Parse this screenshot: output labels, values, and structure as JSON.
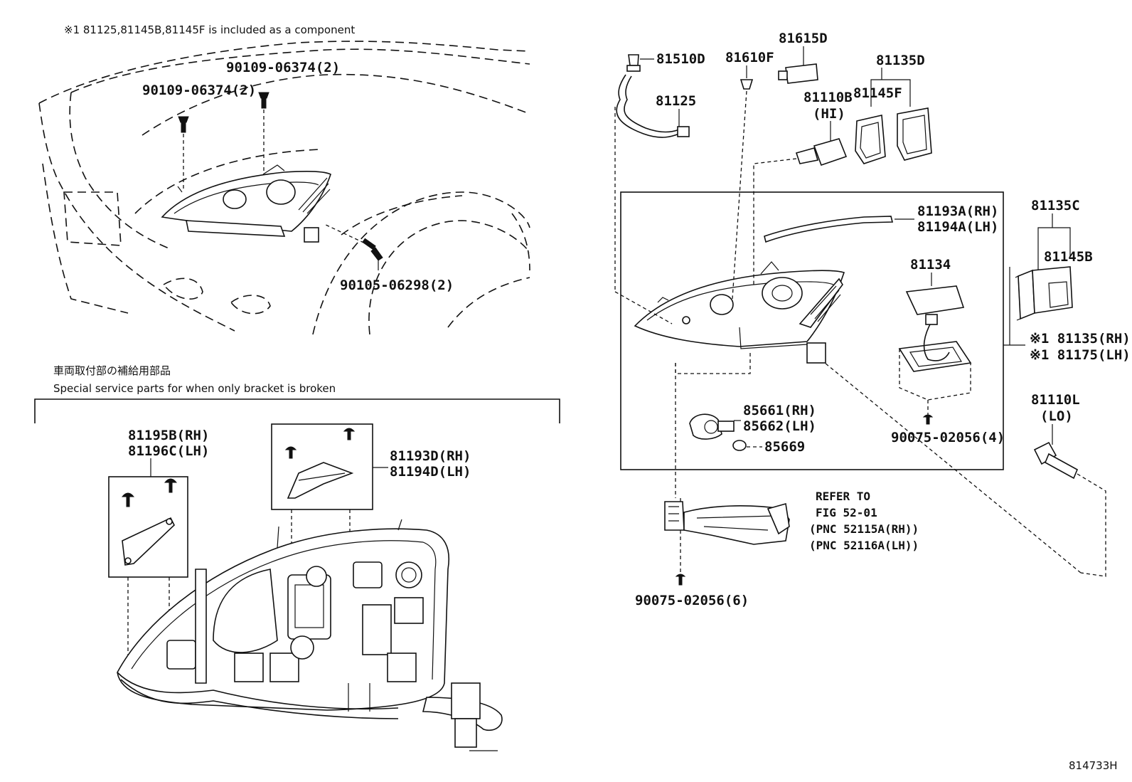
{
  "notes": {
    "component_note": "※1 81125,81145B,81145F is included as a component",
    "special_jp": "車両取付部の補給用部品",
    "special_en": "Special service parts for when only bracket is broken",
    "fig_id": "814733H"
  },
  "labels": {
    "p90109_a": "90109-06374(2)",
    "p90109_b": "90109-06374(2)",
    "p90105": "90105-06298(2)",
    "p81510D": "81510D",
    "p81615D": "81615D",
    "p81610F": "81610F",
    "p81135D": "81135D",
    "p81125": "81125",
    "p81110B": "81110B",
    "hi": "(HI)",
    "p81145F": "81145F",
    "p81193A": "81193A(RH)",
    "p81194A": "81194A(LH)",
    "p81135C": "81135C",
    "p81145B": "81145B",
    "p81134": "81134",
    "p81135_rh": "※1 81135(RH)",
    "p81175_lh": "※1 81175(LH)",
    "p85661": "85661(RH)",
    "p85662": "85662(LH)",
    "p85669": "85669",
    "p90075_4": "90075-02056(4)",
    "p81110L": "81110L",
    "lo": "(LO)",
    "refer1": "REFER TO",
    "refer2": "FIG 52-01",
    "refer3": "(PNC 52115A(RH))",
    "refer4": "(PNC 52116A(LH))",
    "p90075_6": "90075-02056(6)",
    "p81195B": "81195B(RH)",
    "p81196C": "81196C(LH)",
    "p81193D": "81193D(RH)",
    "p81194D": "81194D(LH)"
  }
}
